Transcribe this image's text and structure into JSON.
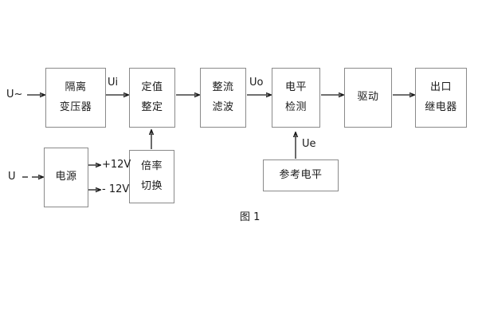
{
  "figure": {
    "caption": "图 1",
    "background_color": "#ffffff",
    "box_border_color": "#8a8a8a",
    "line_color": "#1a1a1a"
  },
  "blocks": [
    {
      "id": "isolation-transformer",
      "lines": [
        "隔离",
        "变压器"
      ]
    },
    {
      "id": "setting-value",
      "lines": [
        "定值",
        "整定"
      ]
    },
    {
      "id": "rectify-filter",
      "lines": [
        "整流",
        "滤波"
      ]
    },
    {
      "id": "level-detection",
      "lines": [
        "电平",
        "检测"
      ]
    },
    {
      "id": "drive",
      "lines": [
        "驱动"
      ]
    },
    {
      "id": "output-relay",
      "lines": [
        "出口",
        "继电器"
      ]
    },
    {
      "id": "power-supply",
      "lines": [
        "电源"
      ]
    },
    {
      "id": "multiplier-switch",
      "lines": [
        "倍率",
        "切换"
      ]
    },
    {
      "id": "reference-level",
      "lines": [
        "参考电平"
      ]
    }
  ],
  "signals": {
    "input_ac": "U~",
    "input_dc": "U",
    "ui": "Ui",
    "uo": "Uo",
    "ue": "Ue",
    "rail_positive": "+12V",
    "rail_negative": "- 12V"
  }
}
